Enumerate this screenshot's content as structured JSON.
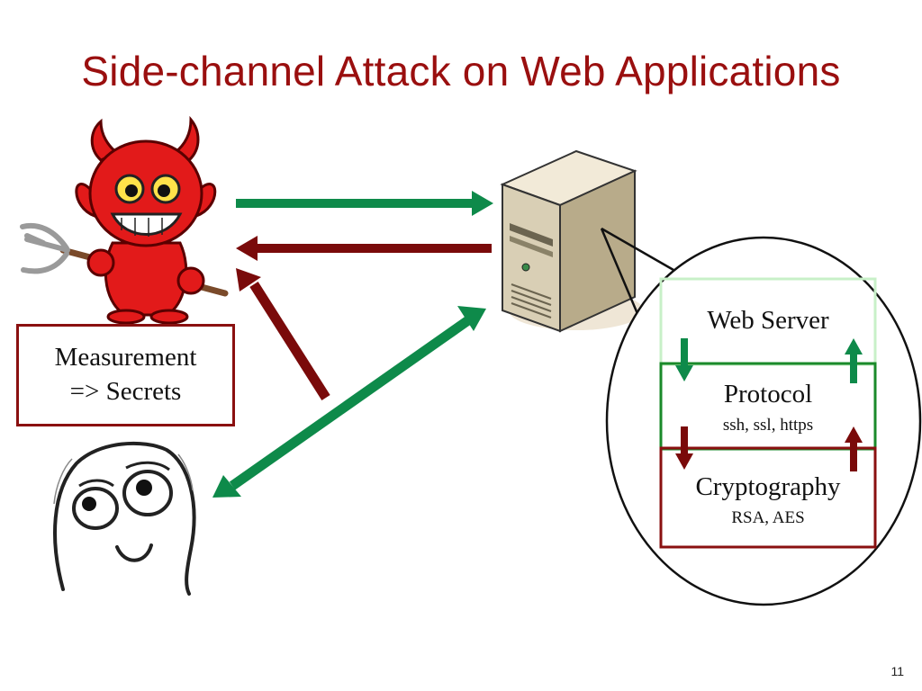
{
  "slide": {
    "title": "Side-channel Attack on Web Applications",
    "page_number": "11"
  },
  "attacker_box": {
    "line1": "Measurement",
    "line2": "=> Secrets"
  },
  "stack": {
    "layers": [
      {
        "name": "Web Server",
        "detail": ""
      },
      {
        "name": "Protocol",
        "detail": "ssh, ssl, https"
      },
      {
        "name": "Cryptography",
        "detail": "RSA, AES"
      }
    ]
  },
  "colors": {
    "title": "#9a0f0f",
    "green_arrow": "#0e8a4a",
    "red_arrow": "#7a0a0a",
    "stack_green_border": "#1a8a2a",
    "stack_light_green": "#c8f0c8",
    "stack_red_border": "#8a1010"
  },
  "icons": [
    "devil-icon",
    "server-icon",
    "user-face-icon"
  ]
}
